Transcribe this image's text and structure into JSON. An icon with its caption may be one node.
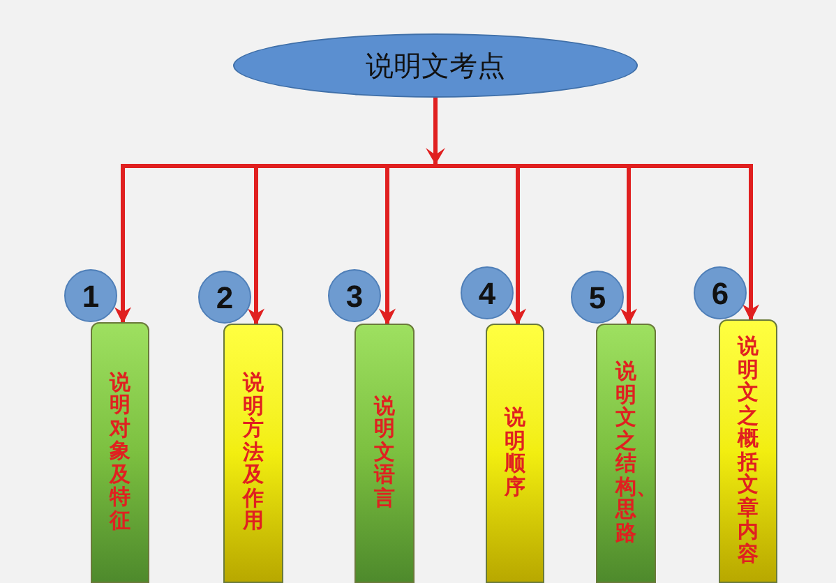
{
  "diagram": {
    "nodes": [
      {
        "text": [
          "说明文考点"
        ]
      },
      {
        "text": [
          "1"
        ]
      },
      {
        "text": [
          "说明对象及特征"
        ]
      },
      {
        "text": [
          "2"
        ]
      },
      {
        "text": [
          "说明方法及作用"
        ]
      },
      {
        "text": [
          "3"
        ]
      },
      {
        "text": [
          "说明文语言"
        ]
      },
      {
        "text": [
          "4"
        ]
      },
      {
        "text": [
          "说明顺序"
        ]
      },
      {
        "text": [
          "5"
        ]
      },
      {
        "text": [
          "说明文之结构、思路"
        ]
      },
      {
        "text": [
          "6"
        ]
      },
      {
        "text": [
          "说明文之概括文章内容"
        ]
      }
    ],
    "edges": [
      {
        "from": 0,
        "to": 2,
        "arrow": "to",
        "color": "#e02020"
      },
      {
        "from": 0,
        "to": 4,
        "arrow": "to",
        "color": "#e02020"
      },
      {
        "from": 0,
        "to": 6,
        "arrow": "to",
        "color": "#e02020"
      },
      {
        "from": 0,
        "to": 8,
        "arrow": "to",
        "color": "#e02020"
      },
      {
        "from": 0,
        "to": 10,
        "arrow": "to",
        "color": "#e02020"
      },
      {
        "from": 0,
        "to": 12,
        "arrow": "to",
        "color": "#e02020"
      }
    ]
  }
}
